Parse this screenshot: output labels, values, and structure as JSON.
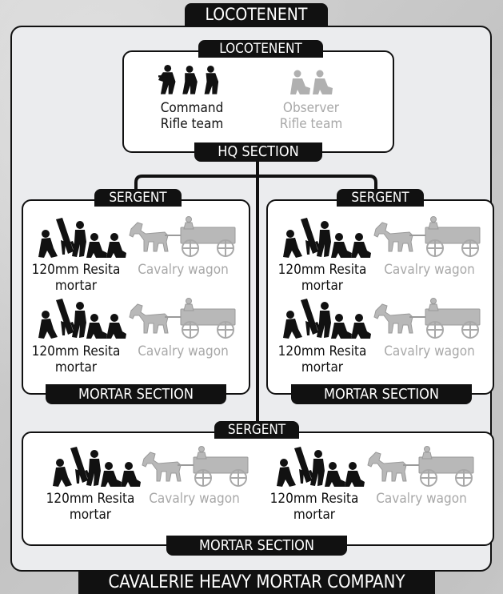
{
  "company": {
    "commander_tab": "LOCOTENENT",
    "name_tab": "CAVALERIE HEAVY MORTAR COMPANY"
  },
  "hq": {
    "commander_tab": "LOCOTENENT",
    "section_tab": "HQ SECTION",
    "command_label": [
      "Command",
      "Rifle team"
    ],
    "observer_label": [
      "Observer",
      "Rifle team"
    ]
  },
  "mortar_sections": [
    {
      "sergeant_tab": "SERGENT",
      "section_tab": "MORTAR SECTION",
      "mortar_label": [
        "120mm Resita",
        "mortar"
      ],
      "wagon_label": "Cavalry wagon"
    },
    {
      "sergeant_tab": "SERGENT",
      "section_tab": "MORTAR SECTION",
      "mortar_label": [
        "120mm Resita",
        "mortar"
      ],
      "wagon_label": "Cavalry wagon"
    },
    {
      "sergeant_tab": "SERGENT",
      "section_tab": "MORTAR SECTION",
      "mortar_label": [
        "120mm Resita",
        "mortar"
      ],
      "wagon_label": "Cavalry wagon"
    }
  ],
  "colors": {
    "ink": "#111111",
    "optional_grey": "#a8a8a8",
    "panel": "#ebecee"
  }
}
